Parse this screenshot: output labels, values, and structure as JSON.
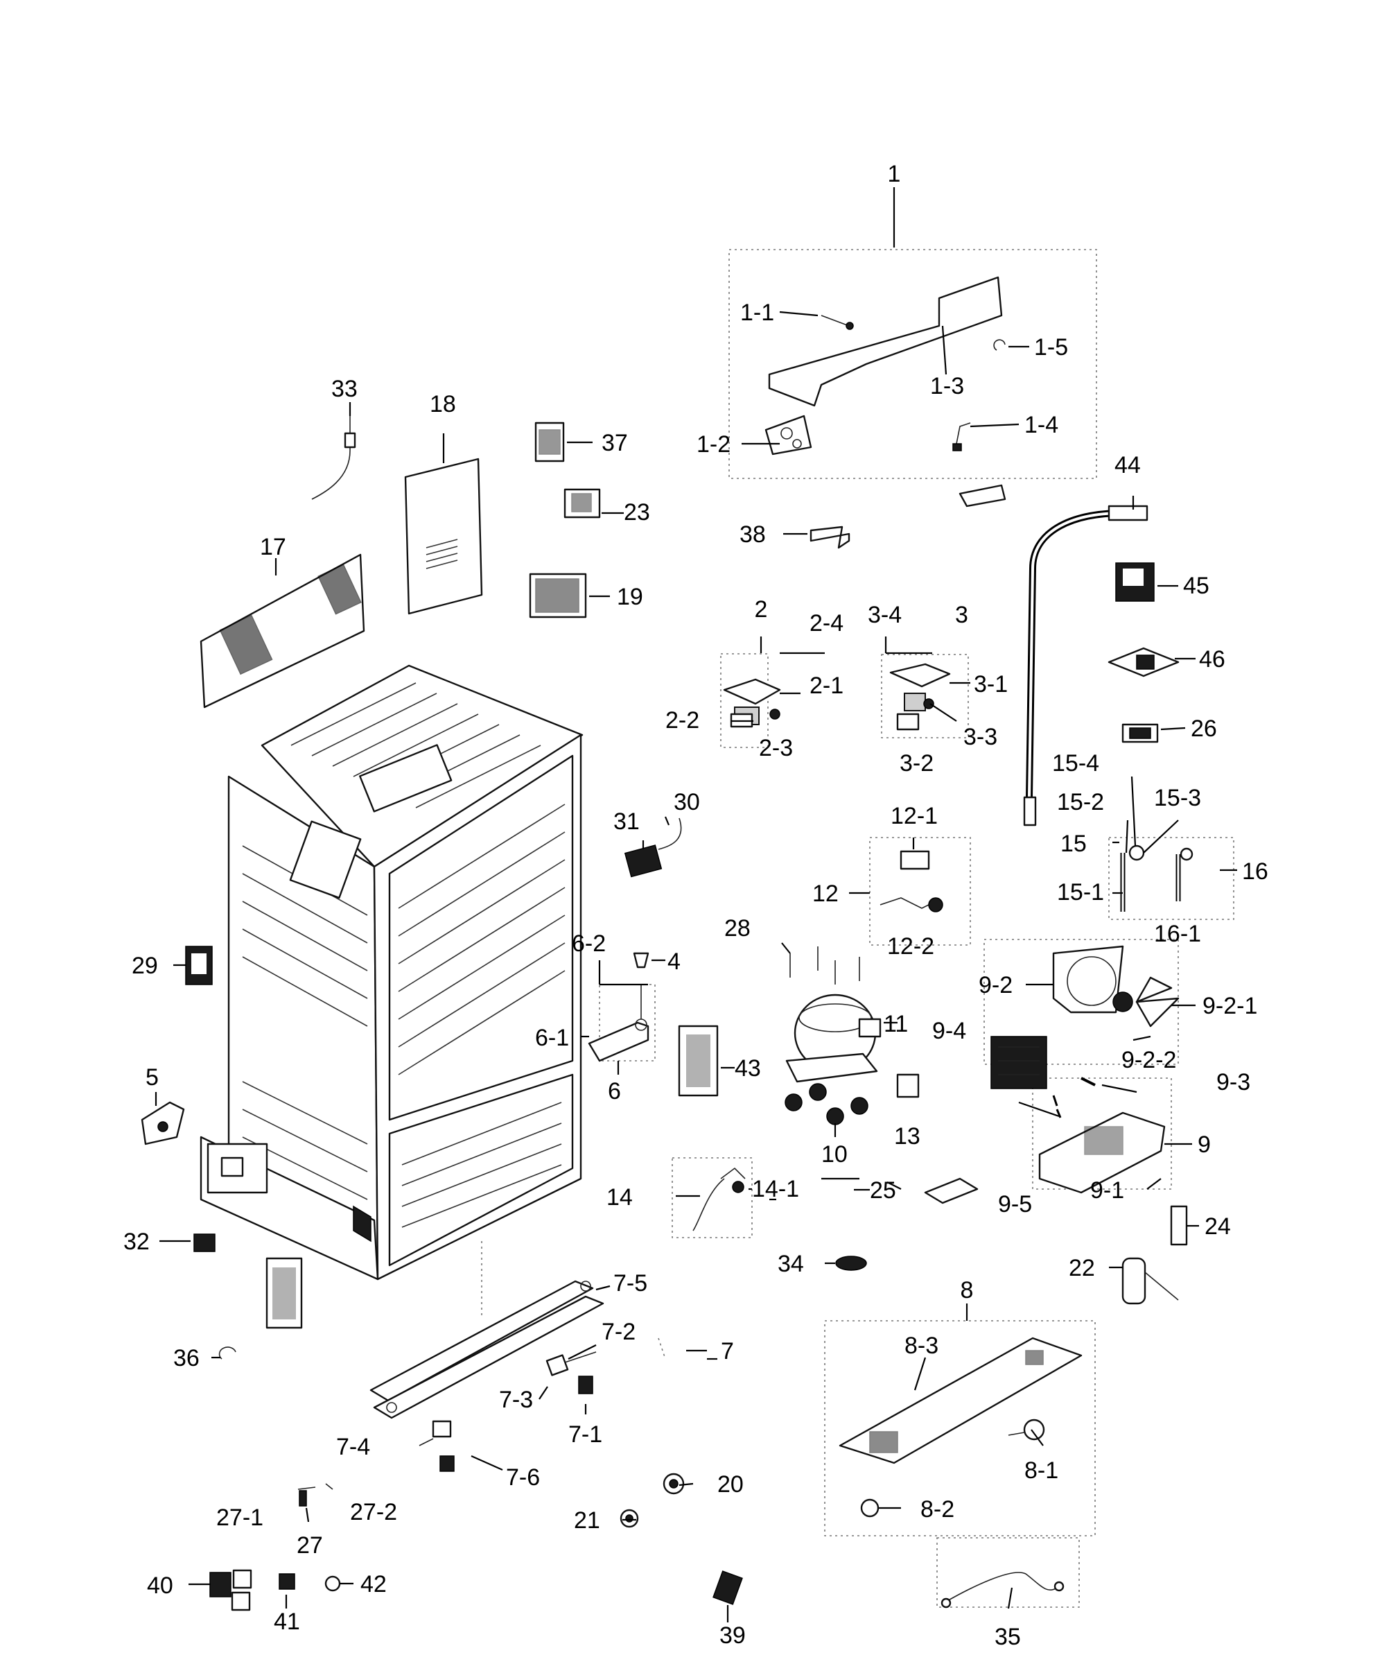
{
  "labels": {
    "l1": "1",
    "l1_1": "1-1",
    "l1_2": "1-2",
    "l1_3": "1-3",
    "l1_4": "1-4",
    "l1_5": "1-5",
    "l2": "2",
    "l2_1": "2-1",
    "l2_2": "2-2",
    "l2_3": "2-3",
    "l2_4": "2-4",
    "l3": "3",
    "l3_1": "3-1",
    "l3_2": "3-2",
    "l3_3": "3-3",
    "l3_4": "3-4",
    "l4": "4",
    "l5": "5",
    "l6": "6",
    "l6_1": "6-1",
    "l6_2": "6-2",
    "l7": "7",
    "l7_1": "7-1",
    "l7_2": "7-2",
    "l7_3": "7-3",
    "l7_4": "7-4",
    "l7_5": "7-5",
    "l7_6": "7-6",
    "l8": "8",
    "l8_1": "8-1",
    "l8_2": "8-2",
    "l8_3": "8-3",
    "l9": "9",
    "l9_1": "9-1",
    "l9_2": "9-2",
    "l9_2_1": "9-2-1",
    "l9_2_2": "9-2-2",
    "l9_3": "9-3",
    "l9_4": "9-4",
    "l9_5": "9-5",
    "l10": "10",
    "l11": "11",
    "l12": "12",
    "l12_1": "12-1",
    "l12_2": "12-2",
    "l13": "13",
    "l14": "14",
    "l14_1": "14-1",
    "l15": "15",
    "l15_1": "15-1",
    "l15_2": "15-2",
    "l15_3": "15-3",
    "l15_4": "15-4",
    "l16": "16",
    "l16_1": "16-1",
    "l17": "17",
    "l18": "18",
    "l19": "19",
    "l20": "20",
    "l21": "21",
    "l22": "22",
    "l23": "23",
    "l24": "24",
    "l25": "25",
    "l26": "26",
    "l27": "27",
    "l27_1": "27-1",
    "l27_2": "27-2",
    "l28": "28",
    "l29": "29",
    "l30": "30",
    "l31": "31",
    "l32": "32",
    "l33": "33",
    "l34": "34",
    "l35": "35",
    "l36": "36",
    "l37": "37",
    "l38": "38",
    "l39": "39",
    "l40": "40",
    "l41": "41",
    "l42": "42",
    "l43": "43",
    "l44": "44",
    "l45": "45",
    "l46": "46"
  }
}
